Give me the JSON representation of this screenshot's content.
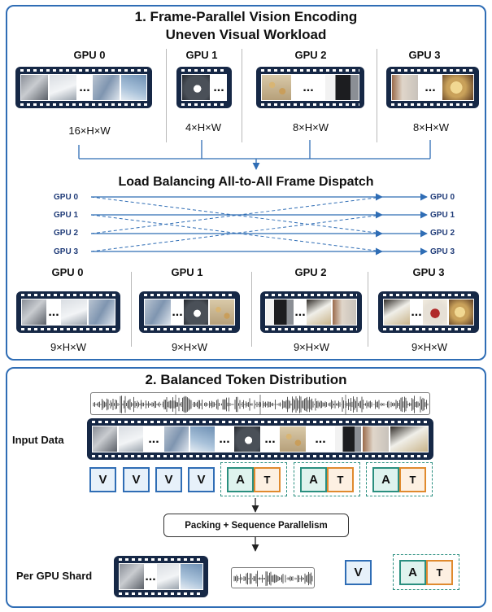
{
  "section1": {
    "title": "1. Frame-Parallel Vision Encoding",
    "subtitle": "Uneven Visual Workload",
    "gpus_before": [
      {
        "label": "GPU 0",
        "dims": "16×H×W"
      },
      {
        "label": "GPU 1",
        "dims": "4×H×W"
      },
      {
        "label": "GPU 2",
        "dims": "8×H×W"
      },
      {
        "label": "GPU 3",
        "dims": "8×H×W"
      }
    ],
    "dispatch_title": "Load Balancing All-to-All Frame Dispatch",
    "dispatch_rows": [
      "GPU 0",
      "GPU 1",
      "GPU 2",
      "GPU 3"
    ],
    "gpus_after": [
      {
        "label": "GPU 0",
        "dims": "9×H×W"
      },
      {
        "label": "GPU 1",
        "dims": "9×H×W"
      },
      {
        "label": "GPU 2",
        "dims": "9×H×W"
      },
      {
        "label": "GPU 3",
        "dims": "9×H×W"
      }
    ],
    "ellipsis": "..."
  },
  "section2": {
    "title": "2. Balanced Token Distribution",
    "input_label": "Input Data",
    "tokens": {
      "v": "V",
      "a": "A",
      "t": "T"
    },
    "packing_label": "Packing + Sequence Parallelism",
    "shard_label": "Per GPU Shard"
  },
  "colors": {
    "accent": "#2f6db5",
    "film": "#162846",
    "audio_group": "#2a8f7f",
    "text_token": "#e08a2e"
  }
}
